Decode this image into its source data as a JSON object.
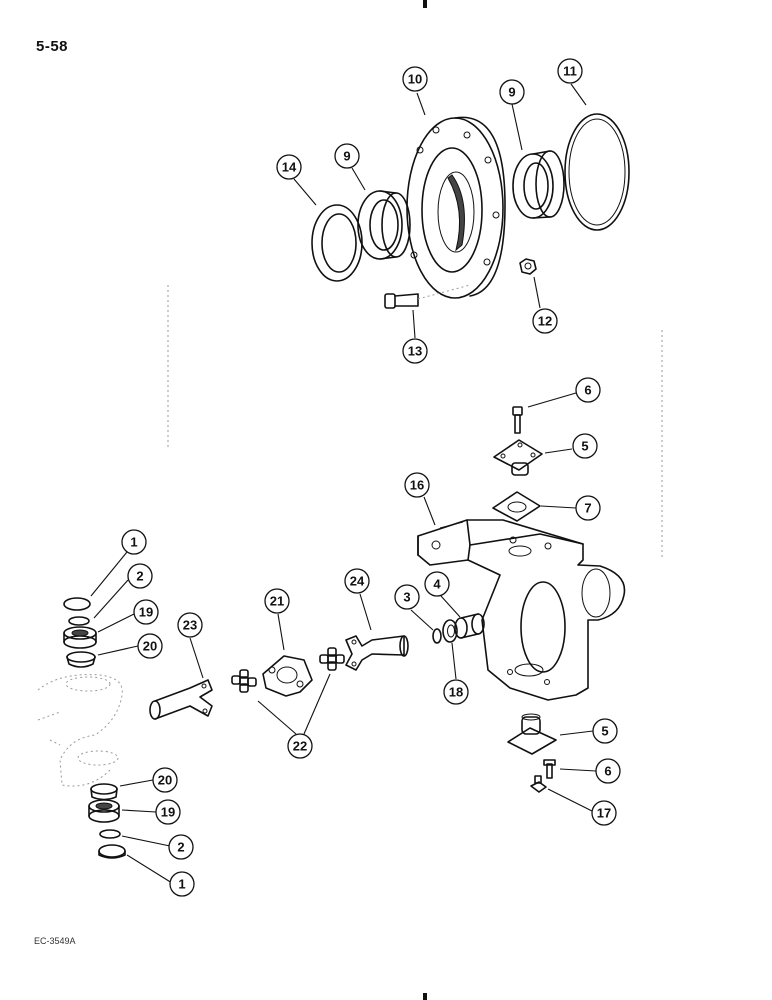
{
  "page": {
    "number": "5-58",
    "illustration_code": "EC-3549A"
  },
  "callouts": [
    {
      "id": "c10",
      "label": "10"
    },
    {
      "id": "c11",
      "label": "11"
    },
    {
      "id": "c9a",
      "label": "9"
    },
    {
      "id": "c9b",
      "label": "9"
    },
    {
      "id": "c14",
      "label": "14"
    },
    {
      "id": "c13",
      "label": "13"
    },
    {
      "id": "c12",
      "label": "12"
    },
    {
      "id": "c6a",
      "label": "6"
    },
    {
      "id": "c5a",
      "label": "5"
    },
    {
      "id": "c7",
      "label": "7"
    },
    {
      "id": "c16",
      "label": "16"
    },
    {
      "id": "c1a",
      "label": "1"
    },
    {
      "id": "c2a",
      "label": "2"
    },
    {
      "id": "c19a",
      "label": "19"
    },
    {
      "id": "c20a",
      "label": "20"
    },
    {
      "id": "c23",
      "label": "23"
    },
    {
      "id": "c21",
      "label": "21"
    },
    {
      "id": "c24",
      "label": "24"
    },
    {
      "id": "c3",
      "label": "3"
    },
    {
      "id": "c4",
      "label": "4"
    },
    {
      "id": "c18",
      "label": "18"
    },
    {
      "id": "c22",
      "label": "22"
    },
    {
      "id": "c5b",
      "label": "5"
    },
    {
      "id": "c6b",
      "label": "6"
    },
    {
      "id": "c17",
      "label": "17"
    },
    {
      "id": "c20b",
      "label": "20"
    },
    {
      "id": "c19b",
      "label": "19"
    },
    {
      "id": "c2b",
      "label": "2"
    },
    {
      "id": "c1b",
      "label": "1"
    }
  ]
}
